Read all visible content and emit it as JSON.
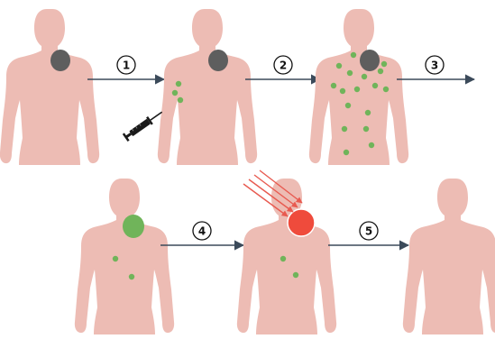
{
  "diagram": {
    "steps": [
      {
        "label": "1"
      },
      {
        "label": "2"
      },
      {
        "label": "3"
      },
      {
        "label": "4"
      },
      {
        "label": "5"
      }
    ],
    "figures": [
      {
        "name": "figure-1-tumor",
        "description_marks": [
          "tumor"
        ]
      },
      {
        "name": "figure-2-injection",
        "description_marks": [
          "tumor",
          "syringe",
          "dots"
        ]
      },
      {
        "name": "figure-3-spread",
        "description_marks": [
          "tumor",
          "dots"
        ]
      },
      {
        "name": "figure-4-marked-tumor",
        "description_marks": [
          "tumor",
          "dots"
        ]
      },
      {
        "name": "figure-5-irradiated",
        "description_marks": [
          "tumor",
          "rays",
          "dots"
        ]
      },
      {
        "name": "figure-6-clear",
        "description_marks": []
      }
    ],
    "colors": {
      "body": "#edbcb4",
      "tumor": "#5e5e5e",
      "marker": "#70b45a",
      "target": "#ef4b3c",
      "ray": "#e85a50",
      "arrow": "#3b4a5a",
      "syringe": "#1a1a1a"
    }
  }
}
